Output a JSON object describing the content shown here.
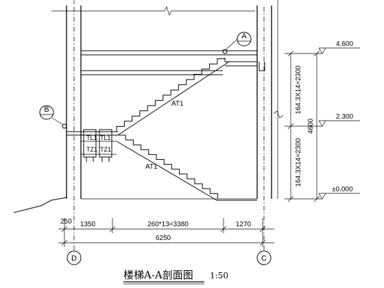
{
  "section_mark": "A",
  "detail_mark": "B",
  "labels": {
    "flight_upper": "AT1",
    "flight_lower": "AT1",
    "beam_1": "TL1",
    "beam_2": "TL1",
    "column_1": "TZ1",
    "column_2": "TZ1"
  },
  "elevations": [
    "4.600",
    "2.300",
    "±0.000"
  ],
  "vertical_dims": {
    "upper": "164.3X14=2300",
    "lower": "164.3X14=2300",
    "total": "4600"
  },
  "horizontal_dims": {
    "edge": "250",
    "landing": "1350",
    "stair_run": "260*13=3380",
    "end": "1270",
    "total": "6250"
  },
  "axes": {
    "left": "D",
    "right": "C"
  },
  "title": "楼梯A-A剖面图",
  "scale": "1:50"
}
